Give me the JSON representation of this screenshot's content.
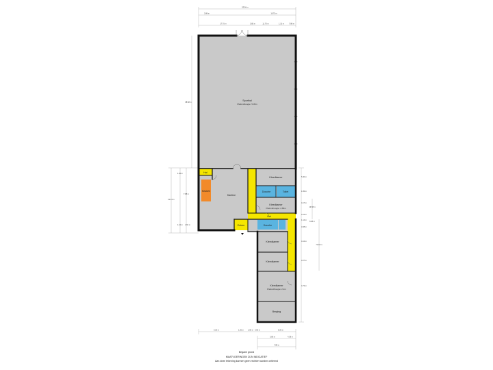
{
  "colors": {
    "room_fill": "#c9c9c9",
    "wall": "#111111",
    "hall": "#f5e600",
    "wet": "#5ab4e0",
    "kitchen": "#f28a2a",
    "dim_line": "#888888"
  },
  "rooms": {
    "sporthal": {
      "name": "Sporthal",
      "sub": "Plafondhoogte: 5.45m"
    },
    "kantine": {
      "name": "Kantine"
    },
    "keuken": {
      "name": "Keuken"
    },
    "hal_top": {
      "name": "Hal"
    },
    "kleedkamer_1": {
      "name": "Kleedkamer"
    },
    "douche_1": {
      "name": "Douche"
    },
    "toilet_1": {
      "name": "Toilet"
    },
    "kleedkamer_2": {
      "name": "Kleedkamer",
      "sub": "Plafondhoogte: 2.86m"
    },
    "hal_mid": {
      "name": "Hal"
    },
    "entree": {
      "name": "Entree"
    },
    "douche_2": {
      "name": "Douche"
    },
    "kleedkamer_3": {
      "name": "Kleedkamer"
    },
    "kleedkamer_4": {
      "name": "Kleedkamer"
    },
    "kleedkamer_5": {
      "name": "Kleedkamer",
      "sub": "Plafondhoogte: 2.2m"
    },
    "berging": {
      "name": "Berging"
    }
  },
  "dimensions": {
    "top_total": "53.96 m",
    "top_left": "3.88 m",
    "top_right": "19.75 m",
    "top_seg1": "17.70 m",
    "top_seg2": "3.85 m",
    "top_seg3": "11.70 m",
    "top_seg4": "1.10 m",
    "top_seg5": "7.88 m",
    "left_hall": "38.68 m",
    "left_a": "1.42 m",
    "left_b": "7.98 m",
    "left_c": "21.13 m",
    "left_d": "1.12 m",
    "left_e": "1.62 m",
    "right_a": "5.40 m",
    "right_b": "1.82 m",
    "right_c": "13.58 m",
    "right_d": "4.17 m",
    "right_e": "8.08 m",
    "right_f": "4.12 m",
    "right_g": "1.14 m",
    "right_h": "3.28 m",
    "right_i": "4.12 m",
    "right_j": "71.32 m",
    "right_k": "3.27 m",
    "right_l": "4.73 m",
    "bot_a": "3.20 m",
    "bot_b": "1.20 m",
    "bot_c": "1.50 m",
    "bot_d": "3.50 m",
    "bot_e": "5.20 m",
    "bot_f": "3.80 m",
    "bot_g": "4.38 m",
    "bot_h": "7.88 m"
  },
  "footer": {
    "floor": "Begane grond",
    "notice_title": "MAATVOERINGEN ZIJN INDICATIEF",
    "notice_body": "Aan deze tekening kunnen geen rechten worden ontleend"
  }
}
